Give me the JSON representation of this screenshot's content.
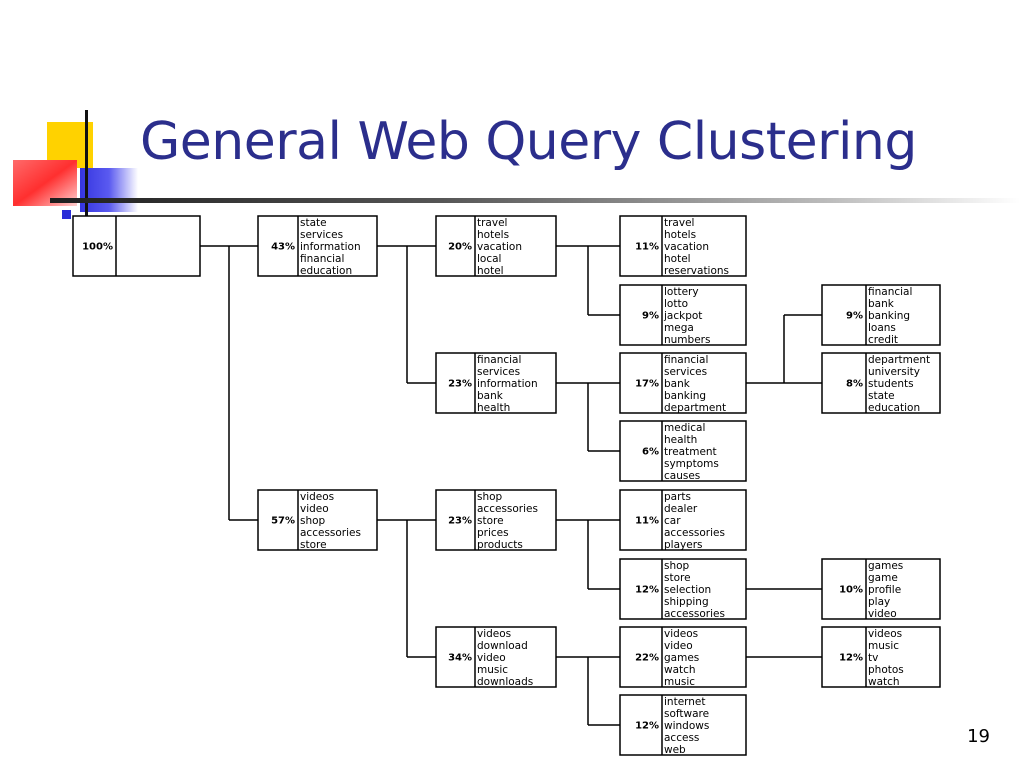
{
  "slide": {
    "title": "General Web Query Clustering",
    "page_number": "19"
  },
  "colors": {
    "title": "#2b2e8c",
    "deco_yellow": "#ffd200",
    "deco_red": "#ff3b3b",
    "deco_blue": "#3535e0"
  },
  "tree": {
    "id": "root",
    "pct": "100%",
    "terms": [],
    "children": [
      {
        "id": "n43",
        "pct": "43%",
        "terms": [
          "state",
          "services",
          "information",
          "financial",
          "education"
        ],
        "children": [
          {
            "id": "n20",
            "pct": "20%",
            "terms": [
              "travel",
              "hotels",
              "vacation",
              "local",
              "hotel"
            ],
            "children": [
              {
                "id": "n11a",
                "pct": "11%",
                "terms": [
                  "travel",
                  "hotels",
                  "vacation",
                  "hotel",
                  "reservations"
                ],
                "children": []
              },
              {
                "id": "n9a",
                "pct": "9%",
                "terms": [
                  "lottery",
                  "lotto",
                  "jackpot",
                  "mega",
                  "numbers"
                ],
                "children": []
              }
            ]
          },
          {
            "id": "n23a",
            "pct": "23%",
            "terms": [
              "financial",
              "services",
              "information",
              "bank",
              "health"
            ],
            "children": [
              {
                "id": "n17",
                "pct": "17%",
                "terms": [
                  "financial",
                  "services",
                  "bank",
                  "banking",
                  "department"
                ],
                "children": [
                  {
                    "id": "n9b",
                    "pct": "9%",
                    "terms": [
                      "financial",
                      "bank",
                      "banking",
                      "loans",
                      "credit"
                    ],
                    "children": []
                  },
                  {
                    "id": "n8",
                    "pct": "8%",
                    "terms": [
                      "department",
                      "university",
                      "students",
                      "state",
                      "education"
                    ],
                    "children": []
                  }
                ]
              },
              {
                "id": "n6",
                "pct": "6%",
                "terms": [
                  "medical",
                  "health",
                  "treatment",
                  "symptoms",
                  "causes"
                ],
                "children": []
              }
            ]
          }
        ]
      },
      {
        "id": "n57",
        "pct": "57%",
        "terms": [
          "videos",
          "video",
          "shop",
          "accessories",
          "store"
        ],
        "children": [
          {
            "id": "n23b",
            "pct": "23%",
            "terms": [
              "shop",
              "accessories",
              "store",
              "prices",
              "products"
            ],
            "children": [
              {
                "id": "n11b",
                "pct": "11%",
                "terms": [
                  "parts",
                  "dealer",
                  "car",
                  "accessories",
                  "players"
                ],
                "children": []
              },
              {
                "id": "n12a",
                "pct": "12%",
                "terms": [
                  "shop",
                  "store",
                  "selection",
                  "shipping",
                  "accessories"
                ],
                "children": [
                  {
                    "id": "n10",
                    "pct": "10%",
                    "terms": [
                      "games",
                      "game",
                      "profile",
                      "play",
                      "video"
                    ],
                    "children": []
                  }
                ]
              }
            ]
          },
          {
            "id": "n34",
            "pct": "34%",
            "terms": [
              "videos",
              "download",
              "video",
              "music",
              "downloads"
            ],
            "children": [
              {
                "id": "n22",
                "pct": "22%",
                "terms": [
                  "videos",
                  "video",
                  "games",
                  "watch",
                  "music"
                ],
                "children": [
                  {
                    "id": "n12b",
                    "pct": "12%",
                    "terms": [
                      "videos",
                      "music",
                      "tv",
                      "photos",
                      "watch"
                    ],
                    "children": []
                  }
                ]
              },
              {
                "id": "n12c",
                "pct": "12%",
                "terms": [
                  "internet",
                  "software",
                  "windows",
                  "access",
                  "web"
                ],
                "children": []
              }
            ]
          }
        ]
      }
    ]
  }
}
